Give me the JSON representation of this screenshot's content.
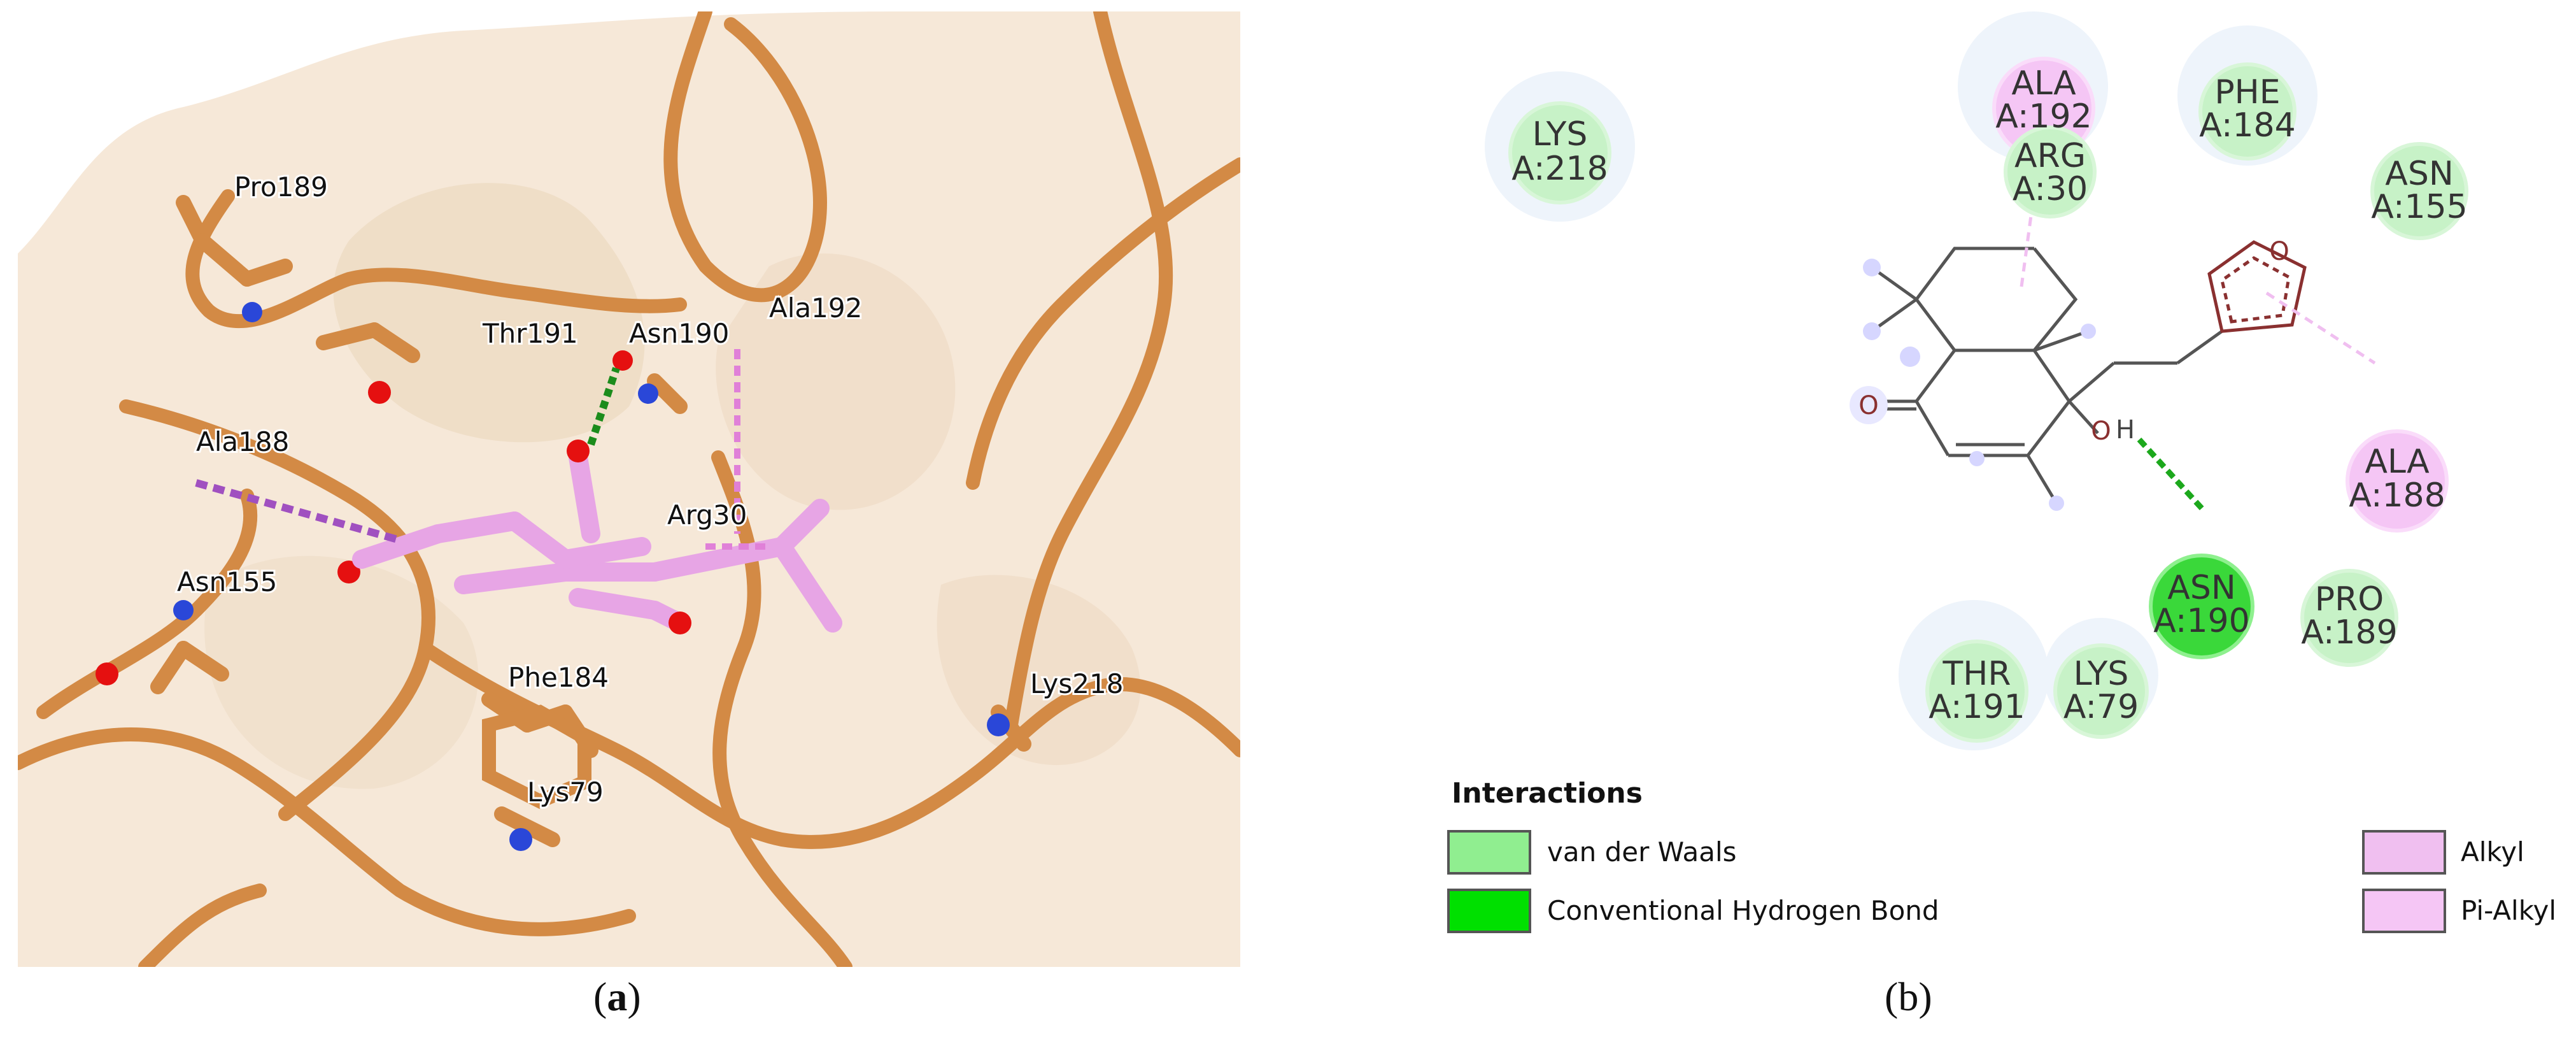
{
  "panel_a": {
    "residue_labels": [
      "Pro189",
      "Thr191",
      "Asn190",
      "Ala192",
      "Ala188",
      "Arg30",
      "Asn155",
      "Phe184",
      "Lys218",
      "Lys79"
    ]
  },
  "panel_b": {
    "residues": [
      {
        "name": "LYS",
        "id": "A:218",
        "type": "vdw"
      },
      {
        "name": "ALA",
        "id": "A:192",
        "type": "alkyl"
      },
      {
        "name": "ARG",
        "id": "A:30",
        "type": "vdw"
      },
      {
        "name": "PHE",
        "id": "A:184",
        "type": "vdw"
      },
      {
        "name": "ASN",
        "id": "A:155",
        "type": "vdw"
      },
      {
        "name": "ALA",
        "id": "A:188",
        "type": "alkyl"
      },
      {
        "name": "ASN",
        "id": "A:190",
        "type": "hbond"
      },
      {
        "name": "PRO",
        "id": "A:189",
        "type": "vdw"
      },
      {
        "name": "THR",
        "id": "A:191",
        "type": "vdw"
      },
      {
        "name": "LYS",
        "id": "A:79",
        "type": "vdw"
      }
    ],
    "atom_labels": {
      "oxygen_ketone": "O",
      "hydroxyl_o": "O",
      "hydroxyl_h": "H",
      "furan_o": "O"
    },
    "legend": {
      "title": "Interactions",
      "items": [
        {
          "label": "van der Waals",
          "color": "#90ee90"
        },
        {
          "label": "Conventional Hydrogen Bond",
          "color": "#00e000"
        },
        {
          "label": "Alkyl",
          "color": "#f0bff0"
        },
        {
          "label": "Pi-Alkyl",
          "color": "#f5c6f5"
        }
      ]
    }
  },
  "captions": {
    "a_letter": "a",
    "b_letter": "b"
  },
  "colors": {
    "backbone": "#d38a45",
    "surface": "#f6e8d8",
    "ligand": "#e7a5e5",
    "nitrogen": "#2a47d8",
    "oxygen": "#e51010",
    "vdw": "#90ee90",
    "hbond": "#00e000",
    "alkyl": "#f0bff0"
  }
}
